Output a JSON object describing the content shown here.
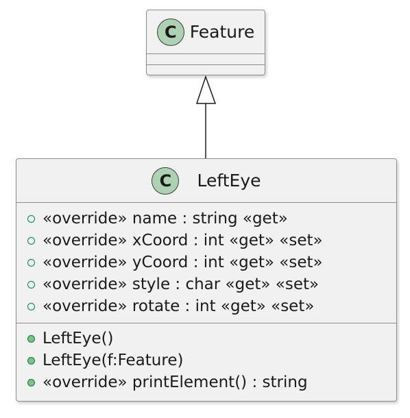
{
  "diagram": {
    "parent_class": {
      "stereotype": "C",
      "name": "Feature"
    },
    "child_class": {
      "stereotype": "C",
      "name": "LeftEye",
      "fields": [
        "«override» name : string «get»",
        "«override» xCoord : int «get» «set»",
        "«override» yCoord : int «get» «set»",
        "«override» style : char «get» «set»",
        "«override» rotate : int «get» «set»"
      ],
      "methods": [
        "LeftEye()",
        "LeftEye(f:Feature)",
        "«override» printElement() : string"
      ]
    },
    "relationship": "inheritance",
    "colors": {
      "box_fill": "#f1f1f1",
      "box_border": "#8c8c8c",
      "class_badge": "#add1b2",
      "visibility_public": "#038048",
      "method_dot_fill": "#84be84"
    }
  }
}
